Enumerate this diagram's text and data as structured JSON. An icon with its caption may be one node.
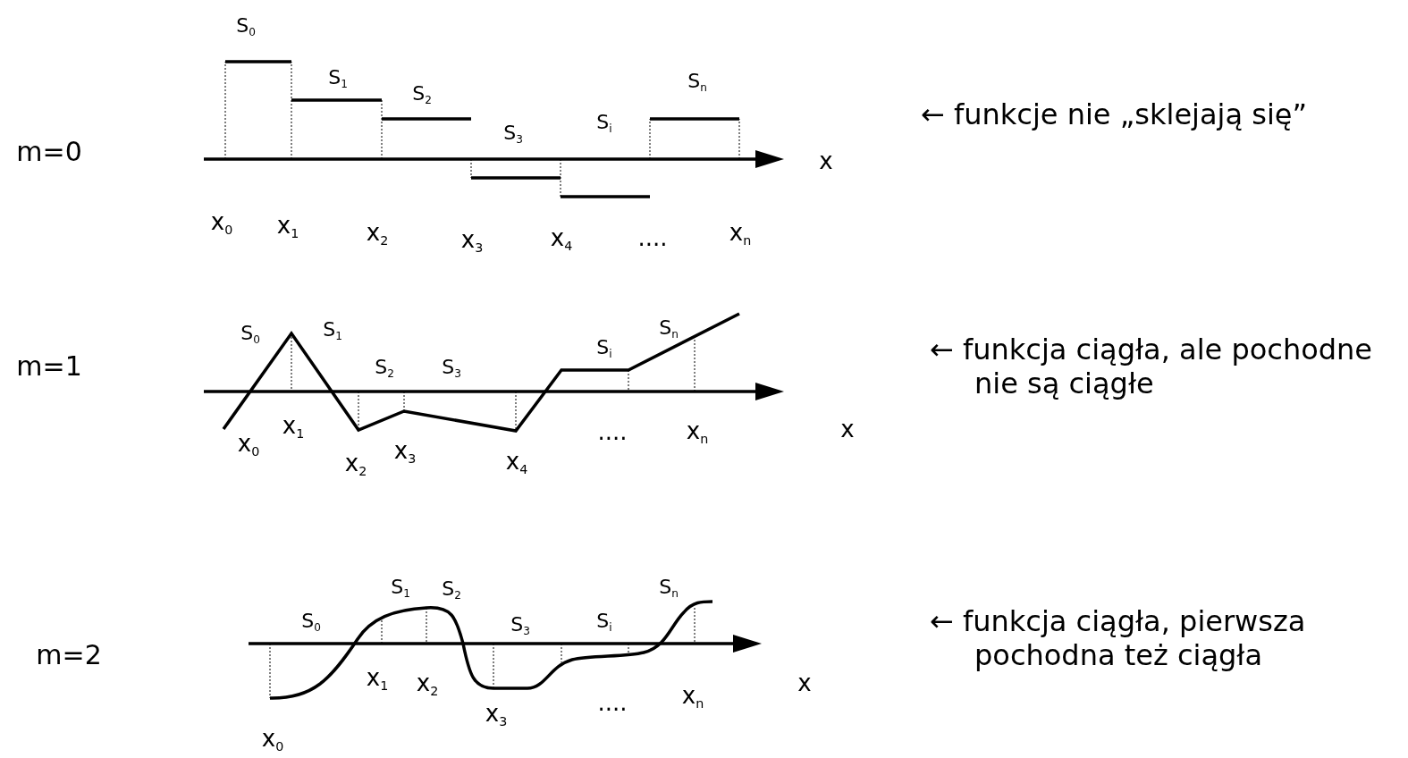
{
  "diagram": {
    "labels": [
      "S$_{0}$",
      "S$_{1}$",
      "S$_{2}$",
      "S$_{3}$",
      "S$_{i}$",
      "S$_{n}$",
      "m=0",
      "← funkcje nie „sklejają się”",
      "x",
      "x$_{0}$",
      "x$_{1}$",
      "x$_{2}$",
      "x$_{3}$",
      "x$_{4}$",
      "....",
      "x$_{n}$",
      "S$_{0}$",
      "S$_{1}$",
      "S$_{n}$",
      "S$_{i}$",
      "← funkcja ciągła, ale pochodne nie są ciągłe",
      "m=1",
      "S$_{2}$",
      "S$_{3}$",
      "x$_{1}$",
      "x$_{0}$",
      "x$_{3}$",
      "x$_{2}$",
      "x$_{4}$",
      "....",
      "x$_{n}$",
      "x",
      "S$_{1}$",
      "S$_{2}$",
      "S$_{n}$",
      "S$_{0}$",
      "S$_{3}$",
      "S$_{i}$",
      "← funkcja ciągła, pierwsza pochodna też ciągła",
      "m=2",
      "x$_{1}$",
      "x$_{2}$",
      "x$_{n}$",
      "....",
      "x",
      "x$_{3}$",
      "x$_{0}$"
    ]
  }
}
